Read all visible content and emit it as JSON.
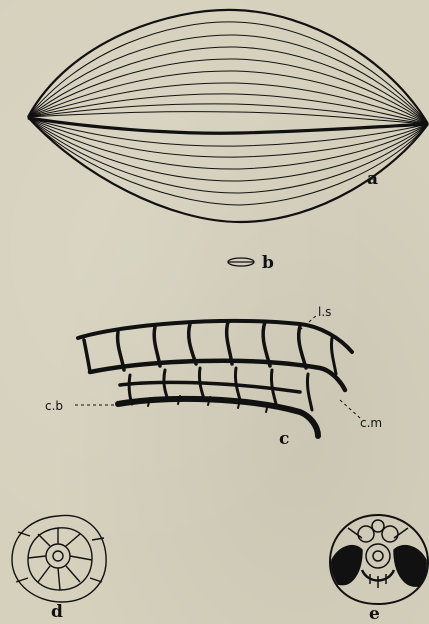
{
  "figure": {
    "labels": {
      "a": "a",
      "b": "b",
      "c": "c",
      "d": "d",
      "e": "e",
      "ls": "l.s",
      "cb": "c.b",
      "cm": "c.m"
    },
    "colors": {
      "paper": "#d6d1bd",
      "ink": "#111111"
    }
  }
}
